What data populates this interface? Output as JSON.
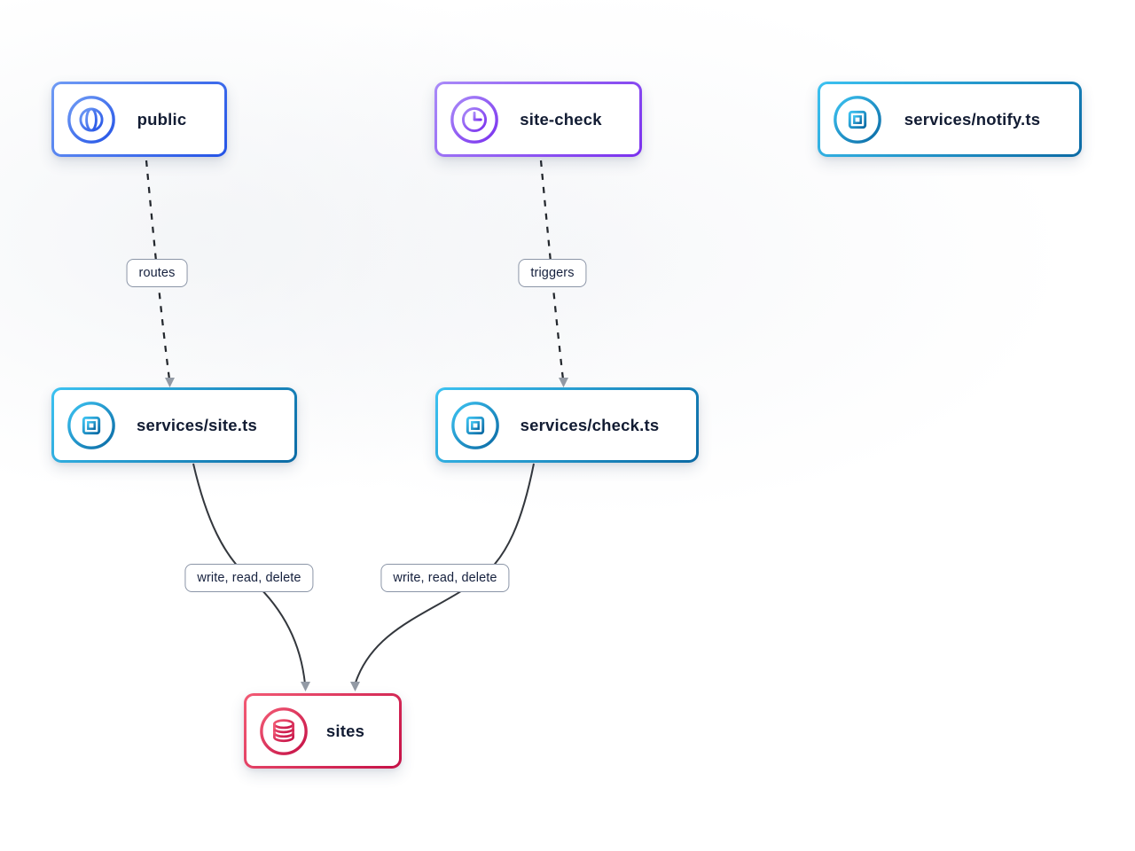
{
  "diagram": {
    "nodes": {
      "public": {
        "label": "public",
        "icon": "globe-icon",
        "theme_light": "#6f9bf5",
        "theme_dark": "#2453e6"
      },
      "site_check": {
        "label": "site-check",
        "icon": "clock-icon",
        "theme_light": "#a98af8",
        "theme_dark": "#7a30ee"
      },
      "notify": {
        "label": "services/notify.ts",
        "icon": "chip-icon",
        "theme_light": "#3cc2f1",
        "theme_dark": "#0b6aa4"
      },
      "site": {
        "label": "services/site.ts",
        "icon": "chip-icon",
        "theme_light": "#3cc2f1",
        "theme_dark": "#0b6aa4"
      },
      "check": {
        "label": "services/check.ts",
        "icon": "chip-icon",
        "theme_light": "#3cc2f1",
        "theme_dark": "#0b6aa4"
      },
      "sites": {
        "label": "sites",
        "icon": "database-icon",
        "theme_light": "#f25a74",
        "theme_dark": "#c51147"
      }
    },
    "edges": {
      "public_to_site": {
        "from": "public",
        "to": "services/site.ts",
        "label": "routes",
        "style": "dashed"
      },
      "site_check_to_check": {
        "from": "site-check",
        "to": "services/check.ts",
        "label": "triggers",
        "style": "dashed"
      },
      "site_to_sites": {
        "from": "services/site.ts",
        "to": "sites",
        "label": "write, read, delete",
        "style": "solid"
      },
      "check_to_sites": {
        "from": "services/check.ts",
        "to": "sites",
        "label": "write, read, delete",
        "style": "solid"
      }
    },
    "colors": {
      "edge_stroke": "#33373d",
      "arrowhead": "#939aa5",
      "node_text": "#121c33",
      "edge_label_border": "#8b95a7",
      "background": "#ffffff"
    }
  }
}
